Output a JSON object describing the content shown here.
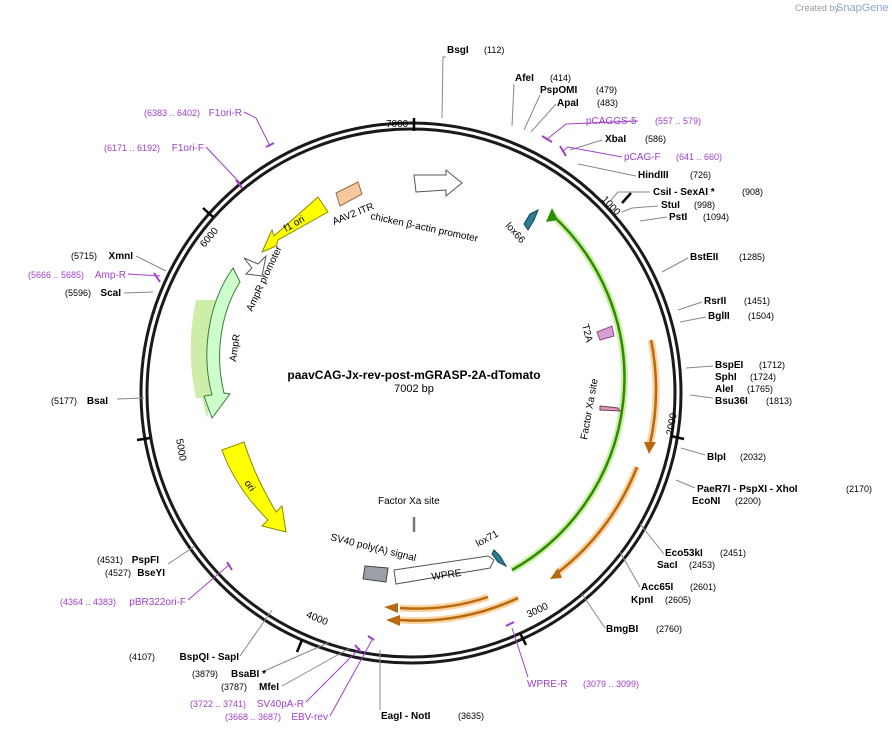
{
  "credit": {
    "prefix": "Created by",
    "brand": "SnapGene"
  },
  "plasmid": {
    "name": "paavCAG-Jx-rev-post-mGRASP-2A-dTomato",
    "length_label": "7002 bp",
    "length": 7002
  },
  "ticks": [
    {
      "bp": 1000,
      "label": "1000"
    },
    {
      "bp": 2000,
      "label": "2000"
    },
    {
      "bp": 3000,
      "label": "3000"
    },
    {
      "bp": 4000,
      "label": "4000"
    },
    {
      "bp": 5000,
      "label": "5000"
    },
    {
      "bp": 6000,
      "label": "6000"
    },
    {
      "bp": 7000,
      "label": "7000"
    }
  ],
  "enzymes": [
    {
      "name": "BsgI",
      "pos": "(112)",
      "bp": 112
    },
    {
      "name": "AfeI",
      "pos": "(414)",
      "bp": 414
    },
    {
      "name": "PspOMI",
      "pos": "(479)",
      "bp": 479
    },
    {
      "name": "ApaI",
      "pos": "(483)",
      "bp": 483
    },
    {
      "name": "XbaI",
      "pos": "(586)",
      "bp": 586
    },
    {
      "name": "HindIII",
      "pos": "(726)",
      "bp": 726
    },
    {
      "name": "CsiI - SexAI *",
      "pos": "(908)",
      "bp": 908
    },
    {
      "name": "StuI",
      "pos": "(998)",
      "bp": 998
    },
    {
      "name": "PstI",
      "pos": "(1094)",
      "bp": 1094
    },
    {
      "name": "BstEII",
      "pos": "(1285)",
      "bp": 1285
    },
    {
      "name": "RsrII",
      "pos": "(1451)",
      "bp": 1451
    },
    {
      "name": "BglII",
      "pos": "(1504)",
      "bp": 1504
    },
    {
      "name": "BspEI",
      "pos": "(1712)",
      "bp": 1712
    },
    {
      "name": "SphI",
      "pos": "(1724)",
      "bp": 1724
    },
    {
      "name": "AleI",
      "pos": "(1765)",
      "bp": 1765
    },
    {
      "name": "Bsu36I",
      "pos": "(1813)",
      "bp": 1813
    },
    {
      "name": "BlpI",
      "pos": "(2032)",
      "bp": 2032
    },
    {
      "name": "PaeR7I - PspXI - XhoI",
      "pos": "(2170)",
      "bp": 2170
    },
    {
      "name": "EcoNI",
      "pos": "(2200)",
      "bp": 2200
    },
    {
      "name": "Eco53kI",
      "pos": "(2451)",
      "bp": 2451
    },
    {
      "name": "SacI",
      "pos": "(2453)",
      "bp": 2453
    },
    {
      "name": "Acc65I",
      "pos": "(2601)",
      "bp": 2601
    },
    {
      "name": "KpnI",
      "pos": "(2605)",
      "bp": 2605
    },
    {
      "name": "BmgBI",
      "pos": "(2760)",
      "bp": 2760
    },
    {
      "name": "EagI - NotI",
      "pos": "(3635)",
      "bp": 3635
    },
    {
      "name": "MfeI",
      "pos": "(3787)",
      "bp": 3787
    },
    {
      "name": "BsaBI *",
      "pos": "(3879)",
      "bp": 3879
    },
    {
      "name": "BspQI - SapI",
      "pos": "(4107)",
      "bp": 4107
    },
    {
      "name": "BseYI",
      "pos": "(4527)",
      "bp": 4527
    },
    {
      "name": "PspFI",
      "pos": "(4531)",
      "bp": 4531
    },
    {
      "name": "BsaI",
      "pos": "(5177)",
      "bp": 5177
    },
    {
      "name": "ScaI",
      "pos": "(5596)",
      "bp": 5596
    },
    {
      "name": "XmnI",
      "pos": "(5715)",
      "bp": 5715
    }
  ],
  "primers": [
    {
      "name": "pCAGGS-5",
      "range": "(557 .. 579)"
    },
    {
      "name": "pCAG-F",
      "range": "(641 .. 660)"
    },
    {
      "name": "WPRE-R",
      "range": "(3079 .. 3099)"
    },
    {
      "name": "SV40pA-R",
      "range": "(3722 .. 3741)"
    },
    {
      "name": "EBV-rev",
      "range": "(3668 .. 3687)"
    },
    {
      "name": "pBR322ori-F",
      "range": "(4364 .. 4383)"
    },
    {
      "name": "Amp-R",
      "range": "(5666 .. 5685)"
    },
    {
      "name": "F1ori-F",
      "range": "(6171 .. 6192)"
    },
    {
      "name": "F1ori-R",
      "range": "(6383 .. 6402)"
    }
  ],
  "features": [
    {
      "name": "AAV2 ITR",
      "color": "#f7c7a0"
    },
    {
      "name": "chicken β-actin promoter",
      "color": "#ffffff"
    },
    {
      "name": "lox66",
      "color": "#2a7f92"
    },
    {
      "name": "T2A",
      "color": "#d8a0d0"
    },
    {
      "name": "Factor Xa site",
      "color": "#d898b8"
    },
    {
      "name": "Factor Xa site",
      "color": "#999999"
    },
    {
      "name": "lox71",
      "color": "#2a7f92"
    },
    {
      "name": "SV40 poly(A) signal",
      "color": "#9aa0a6"
    },
    {
      "name": "WPRE",
      "color": "#ffffff"
    },
    {
      "name": "ori",
      "color": "#ffff00"
    },
    {
      "name": "AmpR",
      "color": "#ccffcc"
    },
    {
      "name": "AmpR promoter",
      "color": "#ffffff"
    },
    {
      "name": "f1 ori",
      "color": "#ffff00"
    }
  ],
  "colors": {
    "backbone": "#1a1a1a",
    "primer": "#a040c8",
    "insert_green": "#2e8b00",
    "insert_orange": "#e07a10"
  }
}
